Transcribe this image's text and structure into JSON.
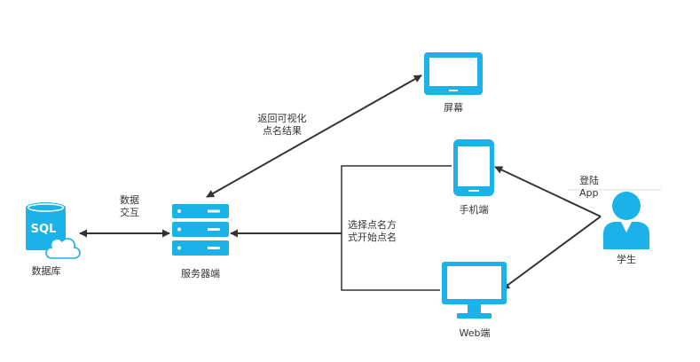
{
  "colors": {
    "icon": "#1ab2e8",
    "line": "#333333",
    "text": "#333333"
  },
  "nodes": {
    "database": {
      "label": "数据库",
      "badge": "SQL",
      "icon": "database-cloud-icon"
    },
    "server": {
      "label": "服务器端",
      "icon": "server-icon"
    },
    "screen": {
      "label": "屏幕",
      "icon": "monitor-icon"
    },
    "mobile": {
      "label": "手机端",
      "icon": "smartphone-icon"
    },
    "web": {
      "label": "Web端",
      "icon": "desktop-monitor-icon"
    },
    "student": {
      "label": "学生",
      "icon": "user-icon"
    }
  },
  "edges": {
    "db_server": {
      "label_line1": "数据",
      "label_line2": "交互"
    },
    "server_screen": {
      "label_line1": "返回可视化",
      "label_line2": "点名结果"
    },
    "clients_server": {
      "label_line1": "选择点名方",
      "label_line2": "式开始点名"
    },
    "student_clients": {
      "label_line1": "登陆",
      "label_line2": "App"
    }
  }
}
